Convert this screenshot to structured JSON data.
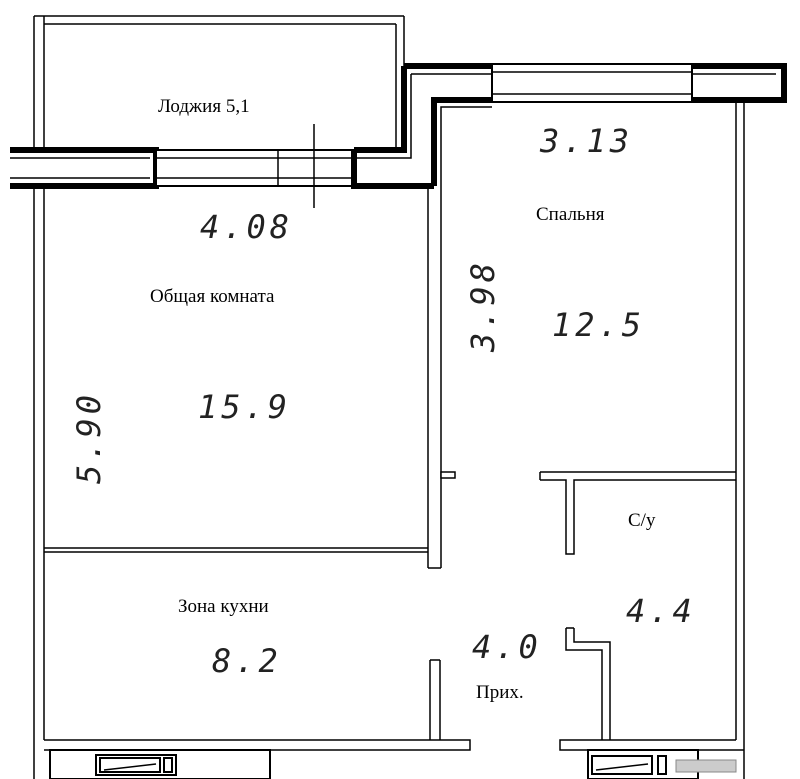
{
  "rooms": {
    "loggia": "Лоджия 5,1",
    "living": "Общая комната",
    "bedroom": "Спальня",
    "kitchen": "Зона кухни",
    "bathroom": "С/у",
    "hall": "Прих."
  },
  "values": {
    "bedroom_width": "3.13",
    "living_width": "4.08",
    "bedroom_length": "3.98",
    "bedroom_area": "12.5",
    "living_length": "5.90",
    "living_area": "15.9",
    "bathroom_area": "4.4",
    "hall_area": "4.0",
    "kitchen_area": "8.2"
  }
}
